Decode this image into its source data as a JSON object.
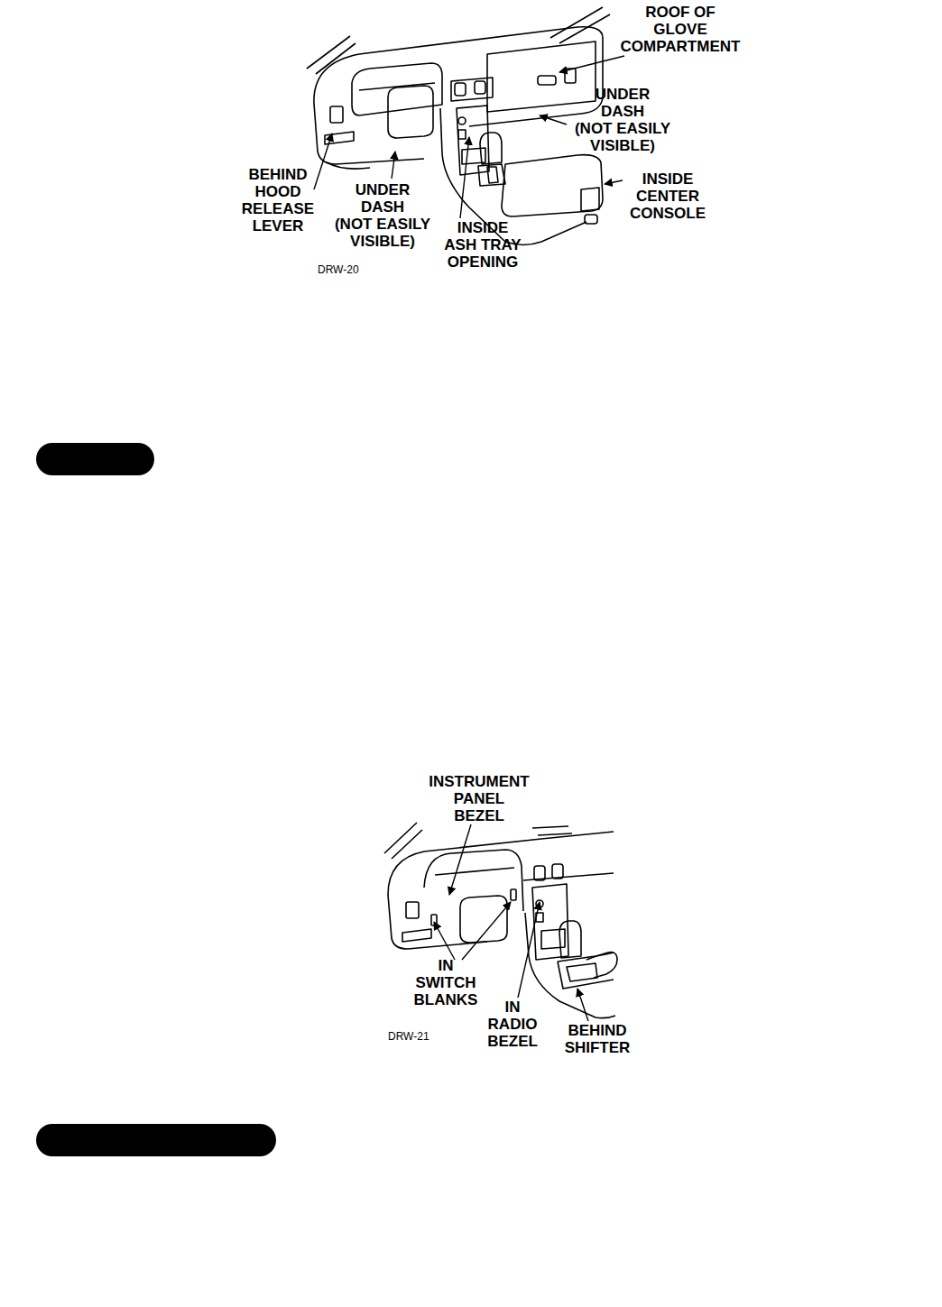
{
  "diagram": {
    "labels": [
      "ROOF OF GLOVE COMPARTMENT",
      "UNDER DASH (NOT EASILY VISIBLE)",
      "INSIDE CENTER CONSOLE",
      "BEHIND HOOD RELEASE LEVER",
      "UNDER DASH (NOT EASILY VISIBLE)",
      "INSIDE ASH TRAY OPENING",
      "DRW-20",
      "INSTRUMENT PANEL BEZEL",
      "IN SWITCH BLANKS",
      "IN RADIO BEZEL",
      "BEHIND SHIFTER",
      "DRW-21"
    ]
  }
}
